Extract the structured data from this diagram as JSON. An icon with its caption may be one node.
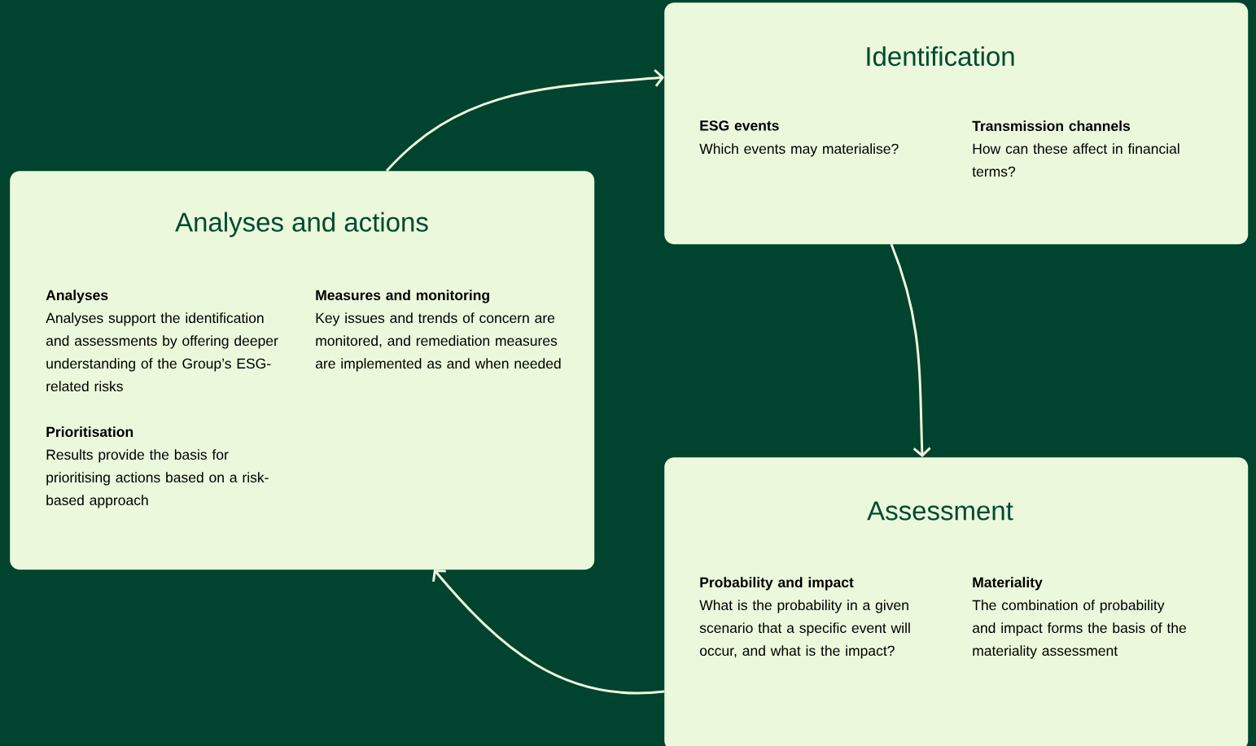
{
  "diagram": {
    "nodes": [
      {
        "text": [
          "Analyses and actions",
          "Analyses",
          "Analyses support the identification and assessments by offering deeper understanding of the Group’s ESG-related risks",
          "Measures and monitoring",
          "Key issues and trends of concern are monitored, and remediation measures are implemented as and when needed",
          "Prioritisation",
          "Results provide the basis for prioritising actions based on a risk-based approach"
        ]
      },
      {
        "text": [
          "Identification",
          "ESG events",
          "Which events may materialise?",
          "Transmission channels",
          "How can these affect in financial terms?"
        ]
      },
      {
        "text": [
          "Assessment",
          "Probability and impact",
          "What is the probability in a given scenario that a specific event will occur, and what is the impact?",
          "Materiality",
          "The combination of probability and impact forms the basis of the materiality assessment"
        ]
      }
    ],
    "edges": [
      {
        "from": 0,
        "to": 1,
        "arrow": "to"
      },
      {
        "from": 1,
        "to": 2,
        "arrow": "to"
      },
      {
        "from": 2,
        "to": 0,
        "arrow": "to"
      }
    ]
  }
}
